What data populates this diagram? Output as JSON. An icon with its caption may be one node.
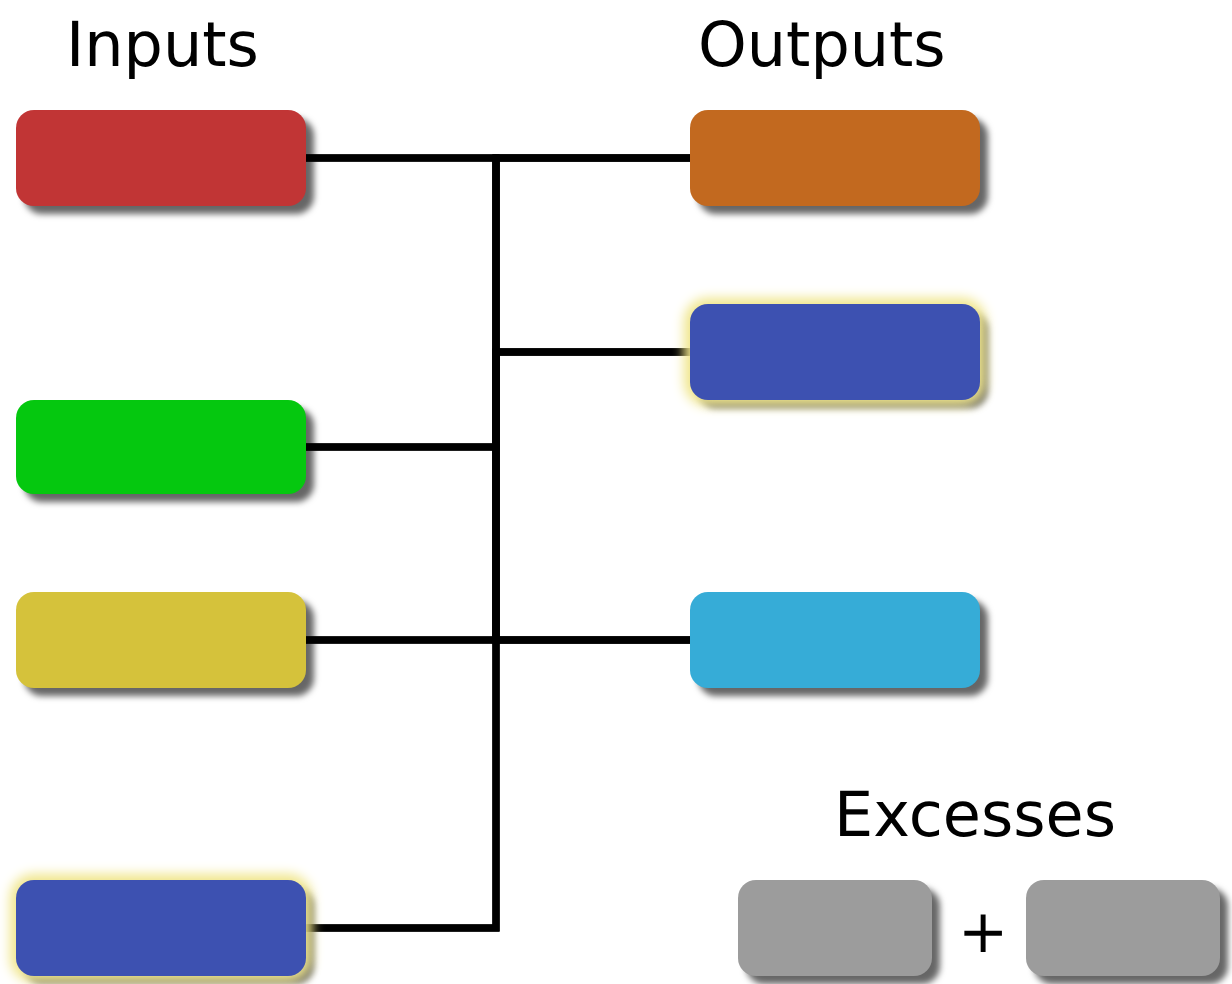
{
  "diagram": {
    "nodes": [
      {
        "text": [],
        "shape": "box"
      },
      {
        "text": [],
        "shape": "box"
      },
      {
        "text": [],
        "shape": "box"
      },
      {
        "text": [],
        "shape": "box"
      },
      {
        "text": [],
        "shape": "box"
      },
      {
        "text": [],
        "shape": "box"
      },
      {
        "text": [],
        "shape": "box"
      },
      {
        "text": [],
        "shape": "box"
      },
      {
        "text": [],
        "shape": "box"
      }
    ],
    "edges": [
      {
        "from": 0,
        "to": 1,
        "arrow": "none"
      },
      {
        "from": 0,
        "to": 3,
        "arrow": "none"
      },
      {
        "from": 0,
        "to": 5,
        "arrow": "none"
      },
      {
        "from": 2,
        "to": 1,
        "arrow": "none"
      },
      {
        "from": 2,
        "to": 3,
        "arrow": "none"
      },
      {
        "from": 2,
        "to": 5,
        "arrow": "none"
      },
      {
        "from": 4,
        "to": 1,
        "arrow": "none"
      },
      {
        "from": 4,
        "to": 3,
        "arrow": "none"
      },
      {
        "from": 4,
        "to": 5,
        "arrow": "none"
      },
      {
        "from": 6,
        "to": 1,
        "arrow": "none"
      },
      {
        "from": 6,
        "to": 3,
        "arrow": "none"
      },
      {
        "from": 6,
        "to": 5,
        "arrow": "none"
      }
    ],
    "labels": [
      "Inputs",
      "Outputs",
      "Excesses",
      "+"
    ]
  }
}
